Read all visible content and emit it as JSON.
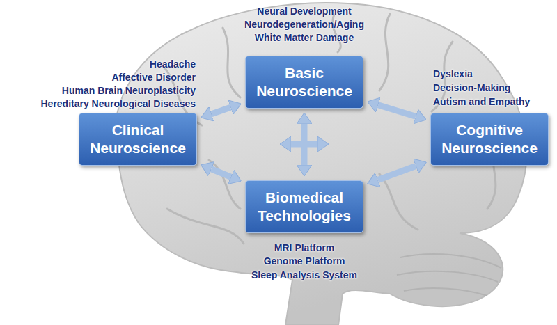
{
  "diagram": {
    "nodes": [
      {
        "text": [
          "Basic Neuroscience"
        ]
      },
      {
        "text": [
          "Clinical Neuroscience"
        ]
      },
      {
        "text": [
          "Cognitive Neuroscience"
        ]
      },
      {
        "text": [
          "Biomedical Technologies"
        ]
      }
    ],
    "edges": [
      {
        "from": 0,
        "to": 1,
        "arrow": "both"
      },
      {
        "from": 0,
        "to": 2,
        "arrow": "both"
      },
      {
        "from": 1,
        "to": 3,
        "arrow": "both"
      },
      {
        "from": 2,
        "to": 3,
        "arrow": "both"
      },
      {
        "from": 0,
        "to": 3,
        "arrow": "both"
      }
    ],
    "labels": [
      "Neural Development",
      "Neurodegeneration/Aging",
      "White Matter Damage",
      "Headache",
      "Affective Disorder",
      "Human Brain Neuroplasticity",
      "Hereditary Neurological Diseases",
      "Dyslexia",
      "Decision-Making",
      "Autism and Empathy",
      "MRI Platform",
      "Genome Platform",
      "Sleep Analysis System"
    ]
  }
}
